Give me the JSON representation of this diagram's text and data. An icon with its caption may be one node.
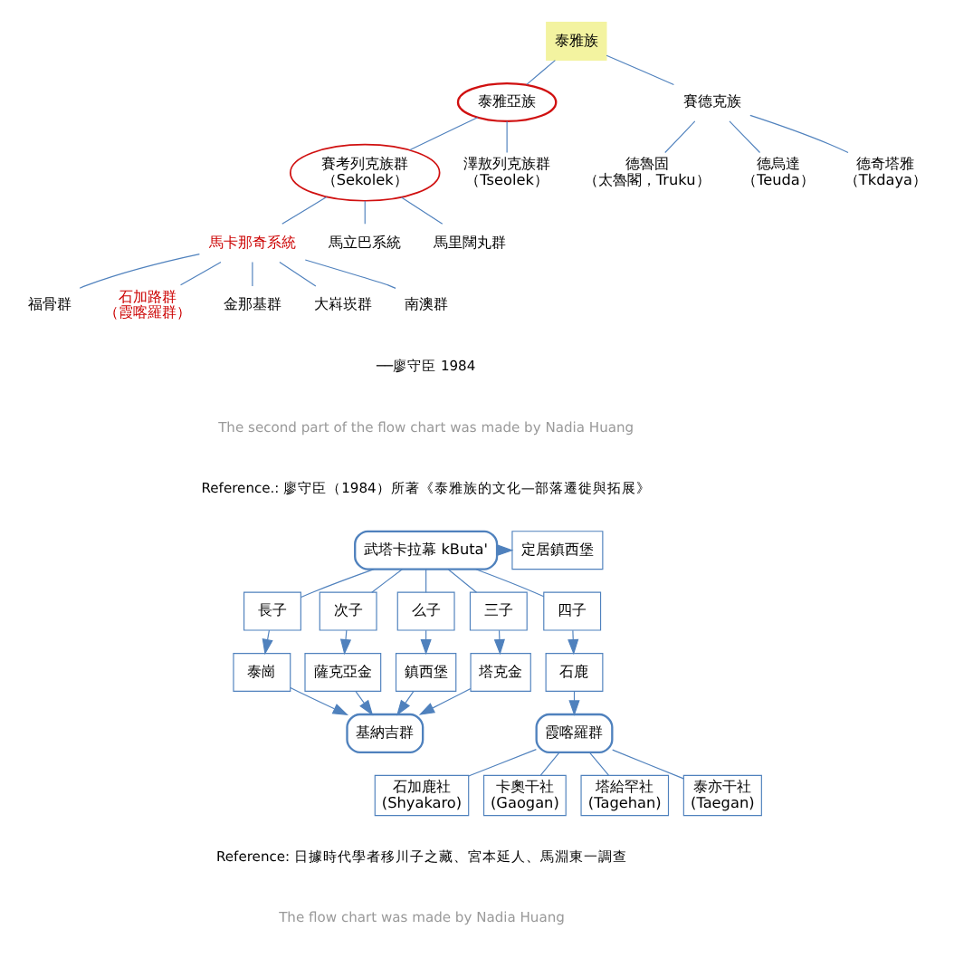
{
  "diagram": {
    "nodes": [
      {
        "text": [
          "泰雅族"
        ]
      },
      {
        "text": [
          "泰雅亞族"
        ]
      },
      {
        "text": [
          "賽德克族"
        ]
      },
      {
        "text": [
          "賽考列克族群（Sekolek）"
        ]
      },
      {
        "text": [
          "澤敖列克族群（Tseolek）"
        ]
      },
      {
        "text": [
          "德魯固（太魯閣，Truku）"
        ]
      },
      {
        "text": [
          "德烏達（Teuda）"
        ]
      },
      {
        "text": [
          "德奇塔雅（Tkdaya）"
        ]
      },
      {
        "text": [
          "馬卡那奇系統"
        ]
      },
      {
        "text": [
          "馬立巴系統"
        ]
      },
      {
        "text": [
          "馬里闊丸群"
        ]
      },
      {
        "text": [
          "福骨群"
        ]
      },
      {
        "text": [
          "石加路群（霞喀羅群）"
        ]
      },
      {
        "text": [
          "金那基群"
        ]
      },
      {
        "text": [
          "大嵙崁群"
        ]
      },
      {
        "text": [
          "南澳群"
        ]
      },
      {
        "text": [
          "武塔卡拉幕 kButa'"
        ]
      },
      {
        "text": [
          "定居鎮西堡"
        ]
      },
      {
        "text": [
          "長子"
        ]
      },
      {
        "text": [
          "次子"
        ]
      },
      {
        "text": [
          "么子"
        ]
      },
      {
        "text": [
          "三子"
        ]
      },
      {
        "text": [
          "四子"
        ]
      },
      {
        "text": [
          "泰崗"
        ]
      },
      {
        "text": [
          "薩克亞金"
        ]
      },
      {
        "text": [
          "鎮西堡"
        ]
      },
      {
        "text": [
          "塔克金"
        ]
      },
      {
        "text": [
          "石鹿"
        ]
      },
      {
        "text": [
          "基納吉群"
        ]
      },
      {
        "text": [
          "霞喀羅群"
        ]
      },
      {
        "text": [
          "石加鹿社 (Shyakaro)"
        ]
      },
      {
        "text": [
          "卡奧干社 (Gaogan)"
        ]
      },
      {
        "text": [
          "塔給罕社 (Tagehan)"
        ]
      },
      {
        "text": [
          "泰亦干社 (Taegan)"
        ]
      }
    ],
    "edges": [
      {
        "from": 0,
        "to": 1,
        "arrow": "none"
      },
      {
        "from": 0,
        "to": 2,
        "arrow": "none"
      },
      {
        "from": 1,
        "to": 3,
        "arrow": "none"
      },
      {
        "from": 1,
        "to": 4,
        "arrow": "none"
      },
      {
        "from": 2,
        "to": 5,
        "arrow": "none"
      },
      {
        "from": 2,
        "to": 6,
        "arrow": "none"
      },
      {
        "from": 2,
        "to": 7,
        "arrow": "none"
      },
      {
        "from": 3,
        "to": 8,
        "arrow": "none"
      },
      {
        "from": 3,
        "to": 9,
        "arrow": "none"
      },
      {
        "from": 3,
        "to": 10,
        "arrow": "none"
      },
      {
        "from": 8,
        "to": 11,
        "arrow": "none"
      },
      {
        "from": 8,
        "to": 12,
        "arrow": "none"
      },
      {
        "from": 8,
        "to": 13,
        "arrow": "none"
      },
      {
        "from": 8,
        "to": 14,
        "arrow": "none"
      },
      {
        "from": 8,
        "to": 15,
        "arrow": "none"
      },
      {
        "from": 16,
        "to": 17,
        "arrow": "to"
      },
      {
        "from": 16,
        "to": 18,
        "arrow": "none"
      },
      {
        "from": 16,
        "to": 19,
        "arrow": "none"
      },
      {
        "from": 16,
        "to": 20,
        "arrow": "none"
      },
      {
        "from": 16,
        "to": 21,
        "arrow": "none"
      },
      {
        "from": 16,
        "to": 22,
        "arrow": "none"
      },
      {
        "from": 18,
        "to": 23,
        "arrow": "to"
      },
      {
        "from": 19,
        "to": 24,
        "arrow": "to"
      },
      {
        "from": 20,
        "to": 25,
        "arrow": "to"
      },
      {
        "from": 21,
        "to": 26,
        "arrow": "to"
      },
      {
        "from": 22,
        "to": 27,
        "arrow": "to"
      },
      {
        "from": 23,
        "to": 28,
        "arrow": "to"
      },
      {
        "from": 24,
        "to": 28,
        "arrow": "to"
      },
      {
        "from": 25,
        "to": 28,
        "arrow": "to"
      },
      {
        "from": 26,
        "to": 28,
        "arrow": "to"
      },
      {
        "from": 27,
        "to": 29,
        "arrow": "to"
      },
      {
        "from": 29,
        "to": 30,
        "arrow": "none"
      },
      {
        "from": 29,
        "to": 31,
        "arrow": "none"
      },
      {
        "from": 29,
        "to": 32,
        "arrow": "none"
      },
      {
        "from": 29,
        "to": 33,
        "arrow": "none"
      }
    ],
    "labels": [
      "──廖守臣 1984",
      "The second part of the flow chart was made by Nadia Huang",
      "Reference.: 廖守臣（1984）所著《泰雅族的文化—部落遷徙與拓展》",
      "Reference: 日據時代學者移川子之藏、宮本延人、馬淵東一調查",
      "The flow chart was made by Nadia Huang"
    ]
  }
}
